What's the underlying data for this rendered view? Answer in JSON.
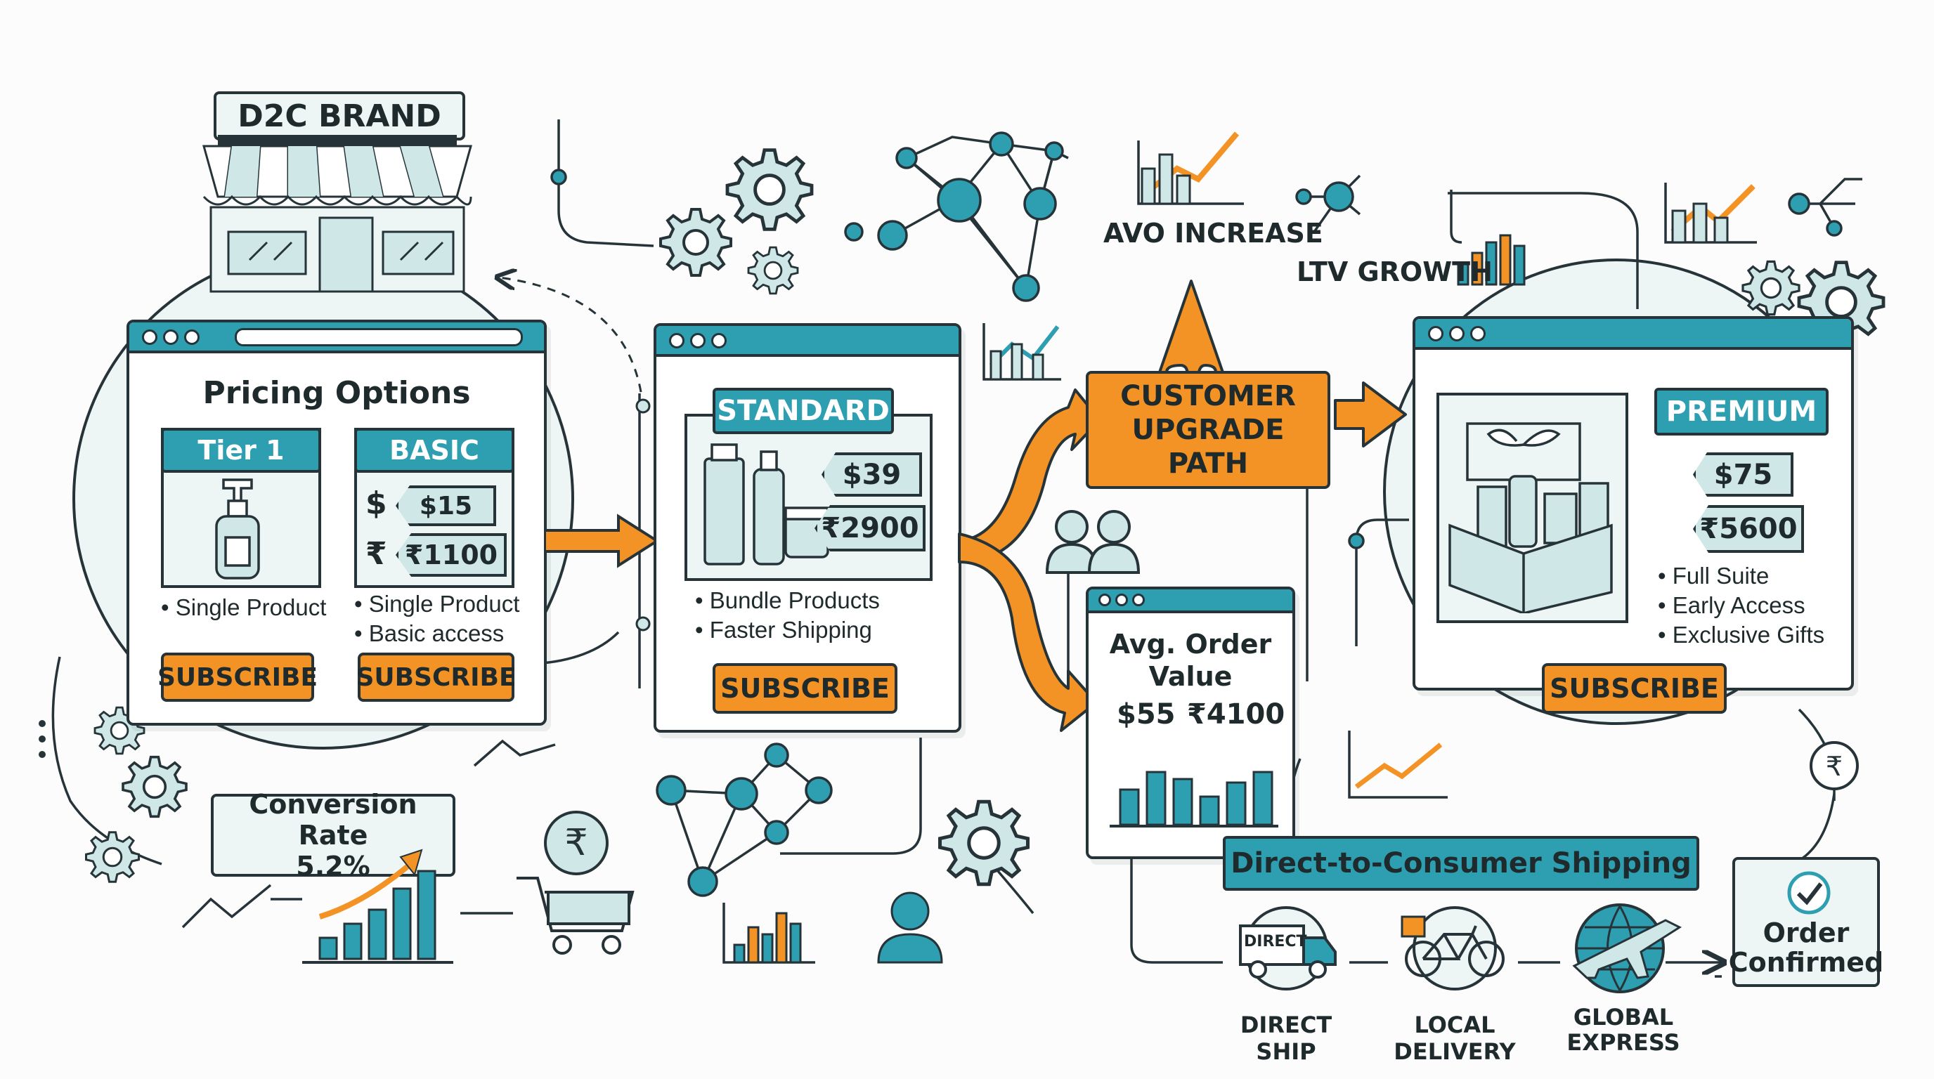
{
  "brand": {
    "sign": "D2C BRAND"
  },
  "pricing_window": {
    "title": "Pricing Options",
    "tier1": {
      "label": "Tier 1",
      "bullet": "Single Product",
      "cta": "SUBSCRIBE"
    },
    "basic": {
      "label": "BASIC",
      "usd_symbol": "$",
      "usd_price": "$15",
      "inr_symbol": "₹",
      "inr_price": "₹1100",
      "bullets": [
        "Single Product",
        "Basic access"
      ],
      "cta": "SUBSCRIBE"
    }
  },
  "standard_window": {
    "label": "STANDARD",
    "usd_price": "$39",
    "inr_price": "₹2900",
    "bullets": [
      "Bundle Products",
      "Faster Shipping"
    ],
    "cta": "SUBSCRIBE"
  },
  "upgrade": {
    "label_line1": "CUSTOMER",
    "label_line2": "UPGRADE PATH"
  },
  "metrics": {
    "avo": "AVO INCREASE",
    "ltv": "LTV GROWTH"
  },
  "aov_window": {
    "title_line1": "Avg. Order",
    "title_line2": "Value",
    "usd": "$55",
    "inr": "₹4100"
  },
  "premium_window": {
    "label": "PREMIUM",
    "usd_price": "$75",
    "inr_price": "₹5600",
    "bullets": [
      "Full Suite",
      "Early Access",
      "Exclusive Gifts"
    ],
    "cta": "SUBSCRIBE"
  },
  "conversion": {
    "label": "Conversion Rate",
    "value": "5.2%"
  },
  "shipping": {
    "title": "Direct-to-Consumer Shipping",
    "truck_text": "DIRECT",
    "methods": [
      "DIRECT SHIP",
      "LOCAL DELIVERY",
      "GLOBAL\nEXPRESS"
    ],
    "confirmed_line1": "Order",
    "confirmed_line2": "Confirmed"
  },
  "icons": {
    "rupee_coin": "rupee-coin-icon",
    "cart": "shopping-cart-icon",
    "gear": "gear-icon",
    "network": "network-icon",
    "users": "users-icon",
    "truck": "truck-icon",
    "bicycle": "bicycle-icon",
    "plane": "plane-globe-icon",
    "check": "check-icon",
    "storefront": "storefront-icon"
  },
  "colors": {
    "teal": "#2e9fb0",
    "orange": "#f39325",
    "ink": "#26343a",
    "mint": "#cfe7e6"
  }
}
